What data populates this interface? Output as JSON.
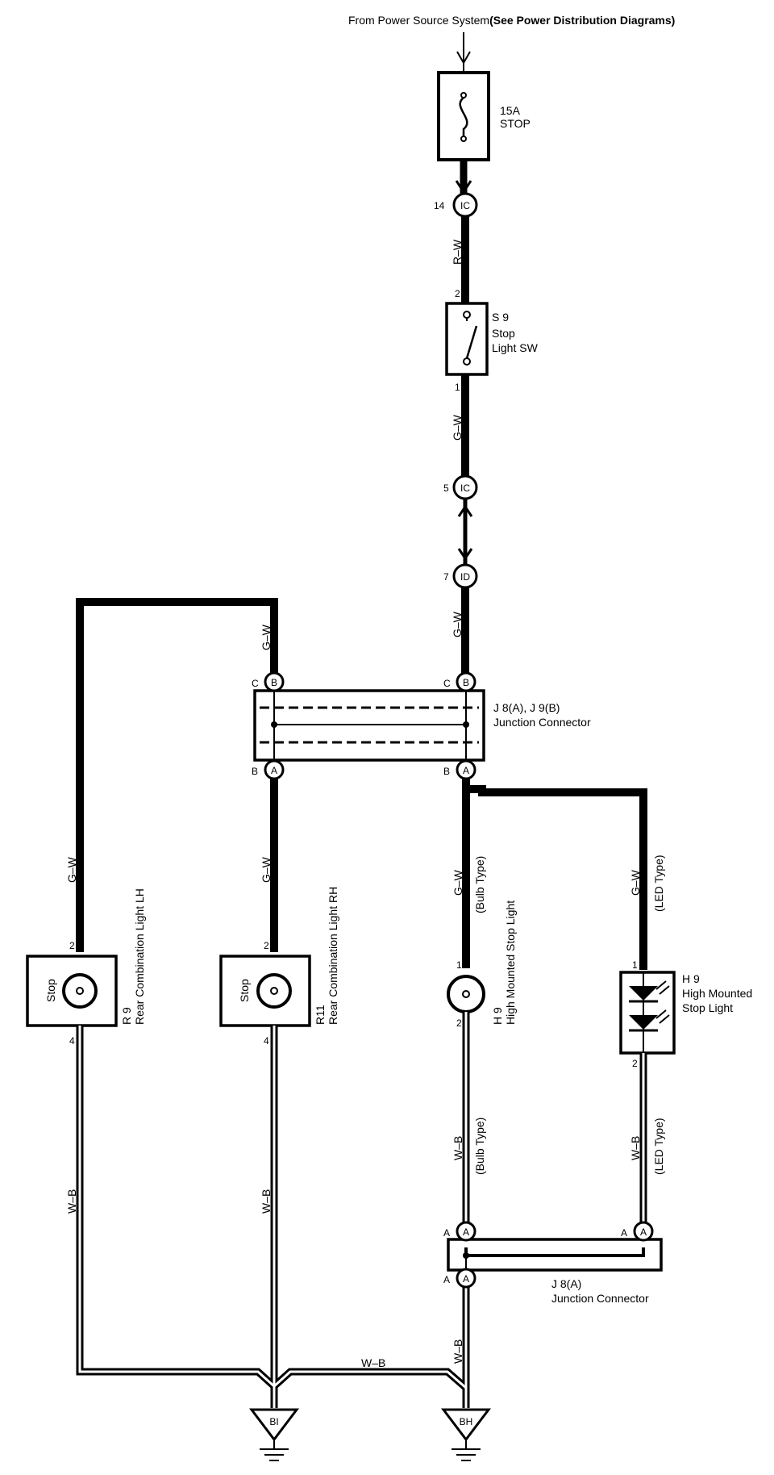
{
  "header": {
    "source_part1": "From Power Source System",
    "source_part2": "(See Power Distribution Diagrams)"
  },
  "fuse": {
    "rating": "15A",
    "name": "STOP"
  },
  "connectors": {
    "ic_top": {
      "code": "IC",
      "pin": "14"
    },
    "ic_mid": {
      "code": "IC",
      "pin": "5"
    },
    "id": {
      "code": "ID",
      "pin": "7"
    }
  },
  "stop_switch": {
    "id": "S 9",
    "line1": "Stop",
    "line2": "Light SW",
    "pin_top": "2",
    "pin_bottom": "1"
  },
  "junction_upper": {
    "label1": "J 8(A), J 9(B)",
    "label2": "Junction Connector",
    "code_b": "B",
    "code_a": "A",
    "pin_c": "C",
    "pin_b": "B"
  },
  "rear_lh": {
    "id": "R 9",
    "name": "Rear Combination Light LH",
    "text": "Stop",
    "pin_top": "2",
    "pin_bottom": "4"
  },
  "rear_rh": {
    "id": "R11",
    "name": "Rear Combination Light RH",
    "text": "Stop",
    "pin_top": "2",
    "pin_bottom": "4"
  },
  "hmsl_bulb": {
    "id": "H 9",
    "name": "High Mounted Stop Light",
    "pin_top": "1",
    "pin_bottom": "2"
  },
  "hmsl_led": {
    "id": "H 9",
    "line1": "High Mounted",
    "line2": "Stop Light",
    "pin_top": "1",
    "pin_bottom": "2"
  },
  "junction_lower": {
    "label1": "J 8(A)",
    "label2": "Junction Connector",
    "code": "A",
    "pin": "A"
  },
  "wires": {
    "rw": "R–W",
    "gw": "G–W",
    "wb": "W–B",
    "bulb_type": "(Bulb Type)",
    "led_type": "(LED Type)"
  },
  "grounds": {
    "left": "BI",
    "right": "BH"
  }
}
